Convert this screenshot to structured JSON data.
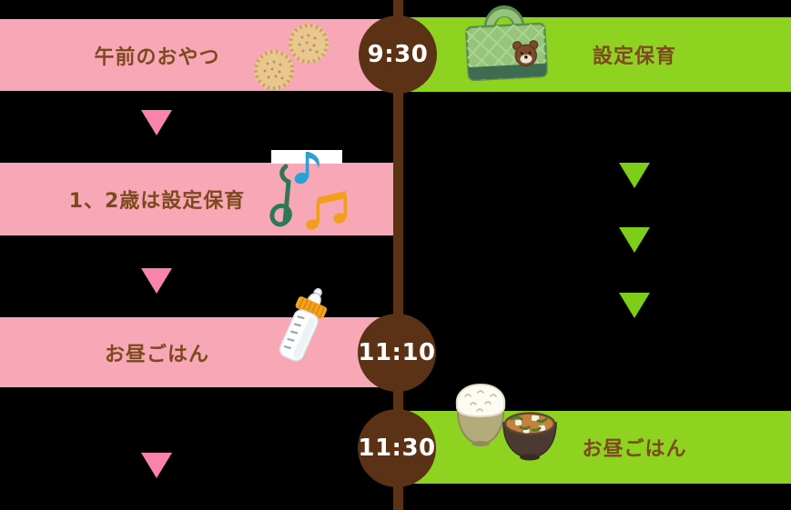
{
  "palette": {
    "background": "#000000",
    "pink_band": "#F8A7B6",
    "pink_arrow": "#F983AC",
    "green_band": "#8DD320",
    "green_arrow": "#7CCE18",
    "timeline_brown": "#5B3216",
    "label_brown": "#7C4A1E",
    "time_text": "#FFFFFF"
  },
  "timeline": {
    "times": [
      {
        "label": "9:30"
      },
      {
        "label": "11:10"
      },
      {
        "label": "11:30"
      }
    ]
  },
  "left_column": {
    "items": [
      {
        "label": "午前のおやつ",
        "icon": "cookies-icon"
      },
      {
        "label": "1、2歳は設定保育",
        "icon": "music-notes-icon"
      },
      {
        "label": "お昼ごはん",
        "icon": "baby-bottle-icon"
      }
    ]
  },
  "right_column": {
    "items": [
      {
        "label": "設定保育",
        "icon": "lesson-bag-icon"
      },
      {
        "label": "お昼ごはん",
        "icon": "rice-and-miso-soup-icon"
      }
    ]
  }
}
